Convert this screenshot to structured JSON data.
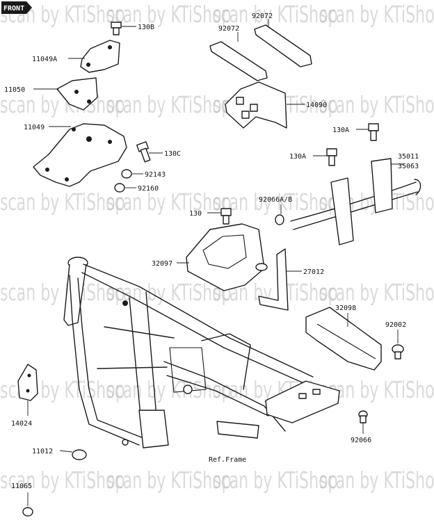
{
  "front_tag": "FRONT",
  "watermark": "scan by KTiShop",
  "footer_label": "Ref.Frame",
  "colors": {
    "ink": "#1a1a1a",
    "paper": "#ffffff",
    "watermark": "#bdbdbd"
  },
  "parts": [
    {
      "num": "130B"
    },
    {
      "num": "11049A"
    },
    {
      "num": "11050"
    },
    {
      "num": "11049"
    },
    {
      "num": "130C"
    },
    {
      "num": "92143"
    },
    {
      "num": "92160"
    },
    {
      "num": "92072"
    },
    {
      "num": "92072"
    },
    {
      "num": "14090"
    },
    {
      "num": "130A"
    },
    {
      "num": "130A"
    },
    {
      "num": "35011"
    },
    {
      "num": "35063"
    },
    {
      "num": "92066A/B"
    },
    {
      "num": "130"
    },
    {
      "num": "32097"
    },
    {
      "num": "27012"
    },
    {
      "num": "32098"
    },
    {
      "num": "92002"
    },
    {
      "num": "14024"
    },
    {
      "num": "11012"
    },
    {
      "num": "92066"
    },
    {
      "num": "11065"
    }
  ]
}
